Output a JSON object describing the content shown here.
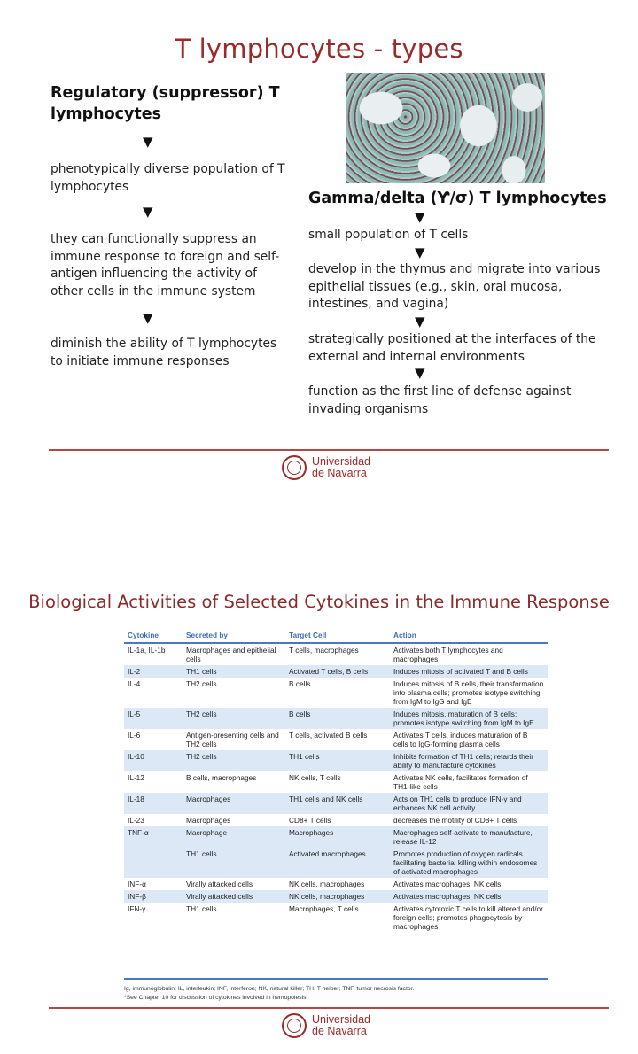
{
  "slide1": {
    "title": "T lymphocytes - types",
    "left": {
      "heading_line1": "Regulatory (suppressor) T",
      "heading_line2": "lymphocytes",
      "items": [
        [
          "phenotypically diverse population of T",
          "lymphocytes"
        ],
        [
          "they can functionally suppress an",
          "immune response to foreign and self-",
          "antigen influencing the activity of",
          "other cells in the immune system"
        ],
        [
          "diminish the ability of T lymphocytes",
          "to initiate immune responses"
        ]
      ]
    },
    "right": {
      "heading": "Gamma/delta (Ƴ/σ) T lymphocytes",
      "items": [
        [
          "small population of T cells"
        ],
        [
          "develop in the thymus and migrate into various",
          "epithelial tissues (e.g., skin, oral mucosa,",
          "intestines, and vagina)"
        ],
        [
          "strategically positioned at the interfaces of the",
          "external and internal environments"
        ],
        [
          "function as the first line of defense against",
          "invading organisms"
        ]
      ]
    },
    "arrow_glyph": "▼"
  },
  "logo": {
    "line1": "Universidad",
    "line2": "de Navarra"
  },
  "slide2": {
    "title": "Biological Activities of Selected Cytokines in the Immune Response",
    "table": {
      "headers": [
        "Cytokine",
        "Secreted by",
        "Target Cell",
        "Action"
      ],
      "rows": [
        [
          "IL-1a, IL-1b",
          "Macrophages and epithelial cells",
          "T cells, macrophages",
          "Activates both T lymphocytes and macrophages"
        ],
        [
          "IL-2",
          "TH1 cells",
          "Activated T cells, B cells",
          "Induces mitosis of activated T and B cells"
        ],
        [
          "IL-4",
          "TH2 cells",
          "B cells",
          "Induces mitosis of B cells, their transformation into plasma cells; promotes isotype switching from IgM to IgG and IgE"
        ],
        [
          "IL-5",
          "TH2 cells",
          "B cells",
          "Induces mitosis, maturation of B cells; promotes isotype switching from IgM to IgE"
        ],
        [
          "IL-6",
          "Antigen-presenting cells and TH2 cells",
          "T cells, activated B cells",
          "Activates T cells, induces maturation of B cells to IgG-forming plasma cells"
        ],
        [
          "IL-10",
          "TH2 cells",
          "TH1 cells",
          "Inhibits formation of TH1 cells; retards their ability to manufacture cytokines"
        ],
        [
          "IL-12",
          "B cells, macrophages",
          "NK cells, T cells",
          "Activates NK cells, facilitates formation of TH1-like cells"
        ],
        [
          "IL-18",
          "Macrophages",
          "TH1 cells and NK cells",
          "Acts on TH1 cells to produce IFN-γ and enhances NK cell activity"
        ],
        [
          "IL-23",
          "Macrophages",
          "CD8+ T cells",
          "decreases the motility of CD8+ T cells"
        ],
        [
          "TNF-α",
          "Macrophage",
          "Macrophages",
          "Macrophages self-activate to manufacture, release IL-12"
        ],
        [
          "",
          "TH1 cells",
          "Activated macrophages",
          "Promotes production of oxygen radicals facilitating bacterial killing within endosomes of activated macrophages"
        ],
        [
          "INF-α",
          "Virally attacked cells",
          "NK cells, macrophages",
          "Activates macrophages, NK cells"
        ],
        [
          "INF-β",
          "Virally attacked cells",
          "NK cells, macrophages",
          "Activates macrophages, NK cells"
        ],
        [
          "IFN-γ",
          "TH1 cells",
          "Macrophages, T cells",
          "Activates cytotoxic T cells to kill altered and/or foreign cells; promotes phagocytosis by macrophages"
        ]
      ],
      "shaded_rows": [
        1,
        3,
        5,
        7,
        9,
        10,
        12
      ],
      "footnote1": "Ig, immunoglobulin; IL, interleukin; INF, interferon; NK, natural killer; TH, T helper; TNF, tumor necrosis factor.",
      "footnote2": "*See Chapter 10 for discussion of cytokines involved in hemopoiesis."
    }
  }
}
